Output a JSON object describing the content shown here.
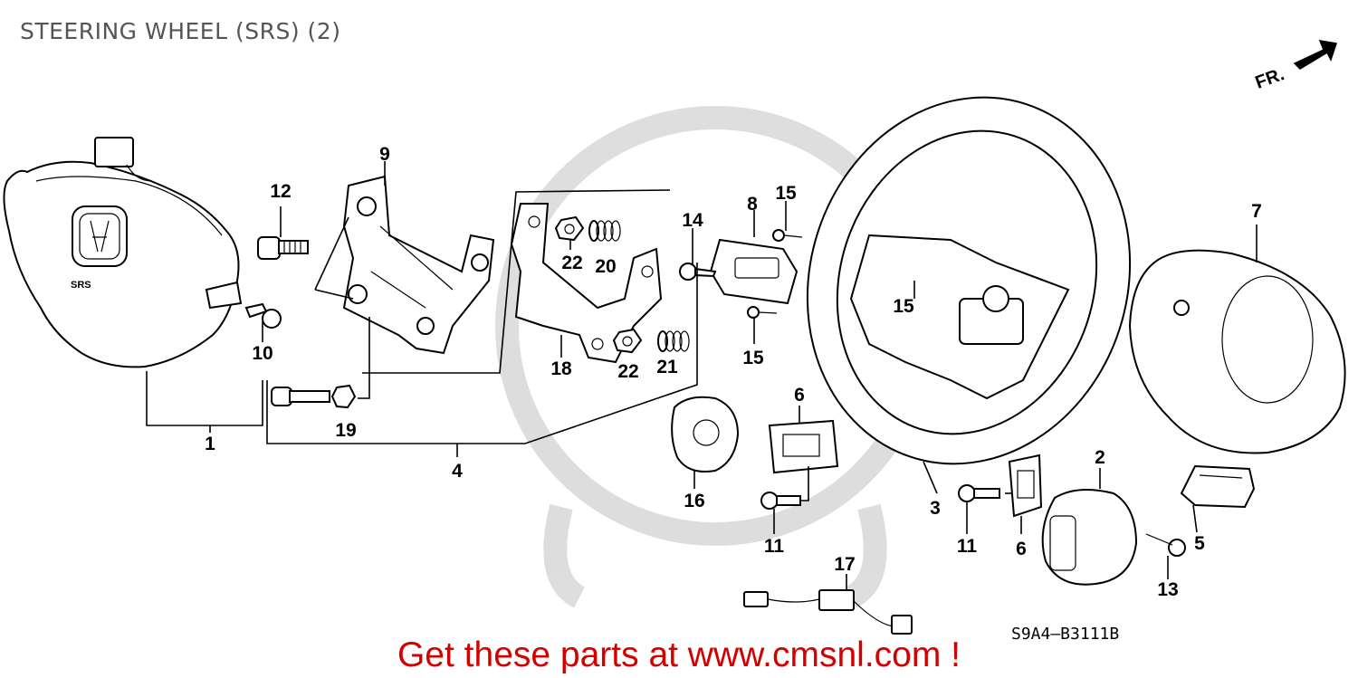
{
  "title": "STEERING WHEEL (SRS) (2)",
  "orientation_label": "FR.",
  "diagram_code": "S9A4—B3111B",
  "footer": "Get these parts at www.cmsnl.com !",
  "callouts": {
    "c1": "1",
    "c2": "2",
    "c3": "3",
    "c4": "4",
    "c5": "5",
    "c6a": "6",
    "c6b": "6",
    "c7": "7",
    "c8": "8",
    "c9": "9",
    "c10": "10",
    "c11a": "11",
    "c11b": "11",
    "c12": "12",
    "c13": "13",
    "c14": "14",
    "c15a": "15",
    "c15b": "15",
    "c15c": "15",
    "c16": "16",
    "c17": "17",
    "c18": "18",
    "c19": "19",
    "c20": "20",
    "c21": "21",
    "c22a": "22",
    "c22b": "22"
  },
  "airbag_marking": "SRS"
}
